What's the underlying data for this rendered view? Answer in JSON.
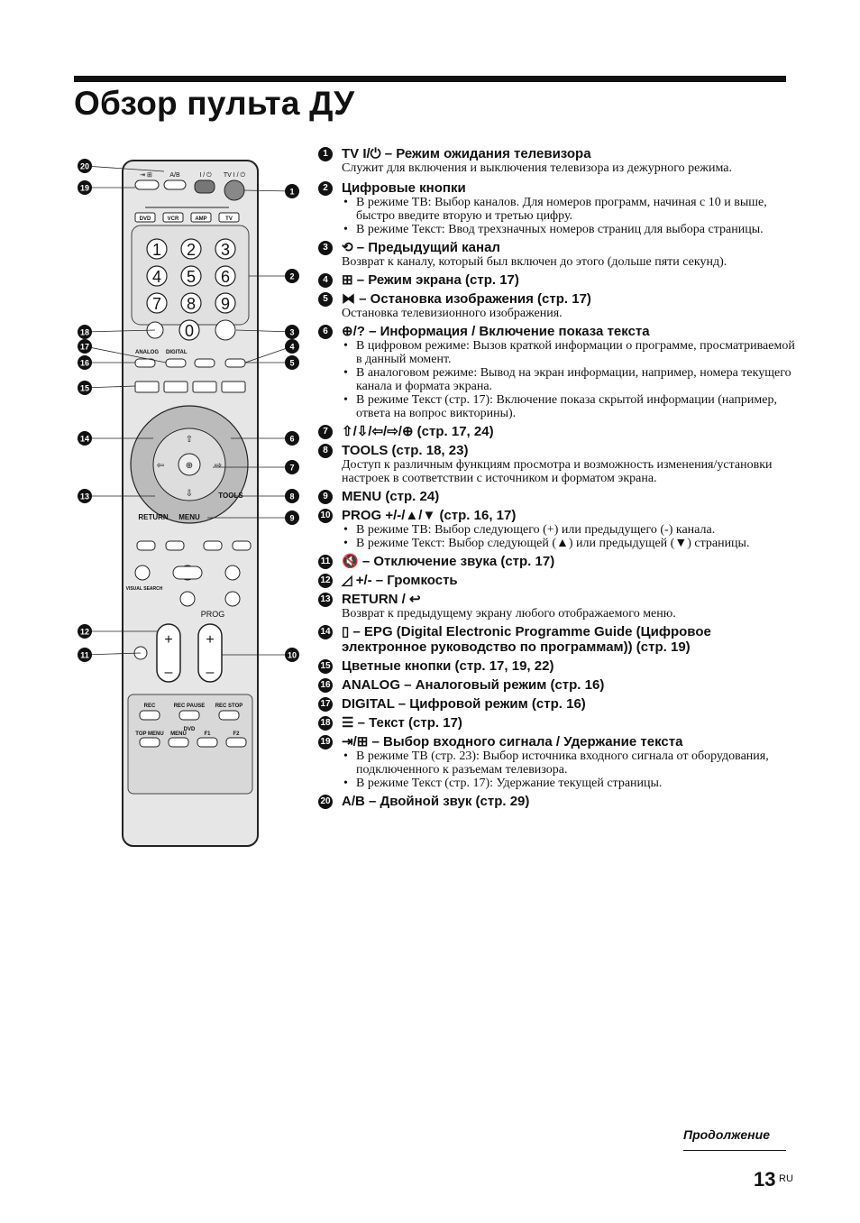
{
  "page": {
    "title": "Обзор пульта ДУ",
    "continue_label": "Продолжение",
    "page_number": "13",
    "page_suffix": "RU"
  },
  "remote": {
    "callouts": [
      "20",
      "19",
      "1",
      "2",
      "3",
      "4",
      "5",
      "18",
      "17",
      "16",
      "15",
      "14",
      "6",
      "7",
      "13",
      "8",
      "9",
      "12",
      "11",
      "10"
    ],
    "top_labels": {
      "ab": "A/B",
      "power": "I / ⏻",
      "tv_power": "TV I / ⏻"
    },
    "modes": [
      "DVD",
      "VCR",
      "AMP",
      "TV"
    ],
    "digits": [
      "1",
      "2",
      "3",
      "4",
      "5",
      "6",
      "7",
      "8",
      "9",
      "0"
    ],
    "row_labels": {
      "analog": "ANALOG",
      "digital": "DIGITAL"
    },
    "nav_labels": {
      "return": "RETURN",
      "tools": "TOOLS",
      "menu": "MENU"
    },
    "visual_search": "VISUAL SEARCH",
    "prog": "PROG",
    "rec_labels": [
      "REC",
      "REC PAUSE",
      "REC STOP"
    ],
    "dvd_label": "DVD",
    "bottom_labels": [
      "TOP MENU",
      "MENU",
      "F1",
      "F2"
    ]
  },
  "items": [
    {
      "num": "1",
      "head": "TV I/⏻ – Режим ожидания телевизора",
      "desc": "Служит для включения и выключения телевизора из дежурного режима.",
      "bullets": []
    },
    {
      "num": "2",
      "head": "Цифровые кнопки",
      "desc": "",
      "bullets": [
        "В режиме ТВ: Выбор каналов. Для номеров программ, начиная с 10 и выше, быстро введите вторую и третью цифру.",
        "В режиме Текст: Ввод трехзначных номеров страниц для выбора страницы."
      ]
    },
    {
      "num": "3",
      "head": "⟲ – Предыдущий канал",
      "desc": "Возврат к каналу, который был включен до этого (дольше пяти секунд).",
      "bullets": []
    },
    {
      "num": "4",
      "head": "⊞ – Режим экрана (стр. 17)",
      "desc": "",
      "bullets": []
    },
    {
      "num": "5",
      "head": "⧓ – Остановка изображения  (стр. 17)",
      "desc": "Остановка телевизионного изображения.",
      "bullets": []
    },
    {
      "num": "6",
      "head": "⊕/? – Информация / Включение показа текста",
      "desc": "",
      "bullets": [
        "В цифровом режиме: Вызов краткой информации о программе, просматриваемой в данный момент.",
        "В аналоговом режиме: Вывод на экран информации, например, номера текущего канала и формата экрана.",
        "В режиме Текст (стр. 17): Включение показа скрытой информации (например, ответа на вопрос викторины)."
      ]
    },
    {
      "num": "7",
      "head": "⇧/⇩/⇦/⇨/⊕ (стр. 17, 24)",
      "desc": "",
      "bullets": []
    },
    {
      "num": "8",
      "head": "TOOLS (стр. 18, 23)",
      "desc": "Доступ к различным функциям просмотра и возможность изменения/установки настроек в соответствии с источником и форматом экрана.",
      "bullets": []
    },
    {
      "num": "9",
      "head": "MENU (стр. 24)",
      "desc": "",
      "bullets": []
    },
    {
      "num": "10",
      "head": "PROG +/-/▲/▼ (стр. 16, 17)",
      "desc": "",
      "bullets": [
        "В режиме ТВ: Выбор следующего (+) или предыдущего (-) канала.",
        "В режиме Текст: Выбор следующей (▲) или предыдущей (▼) страницы."
      ]
    },
    {
      "num": "11",
      "head": "🔇 – Отключение звука (стр. 17)",
      "desc": "",
      "bullets": []
    },
    {
      "num": "12",
      "head": "◿ +/- – Громкость",
      "desc": "",
      "bullets": []
    },
    {
      "num": "13",
      "head": "RETURN / ↩",
      "desc": "Возврат к предыдущему экрану любого отображаемого меню.",
      "bullets": []
    },
    {
      "num": "14",
      "head": "▯ – EPG (Digital Electronic Programme Guide (Цифровое электронное руководство по программам)) (стр. 19)",
      "desc": "",
      "bullets": []
    },
    {
      "num": "15",
      "head": "Цветные кнопки (стр. 17, 19, 22)",
      "desc": "",
      "bullets": []
    },
    {
      "num": "16",
      "head": "ANALOG – Аналоговый режим (стр. 16)",
      "desc": "",
      "bullets": []
    },
    {
      "num": "17",
      "head": "DIGITAL – Цифровой режим (стр. 16)",
      "desc": "",
      "bullets": []
    },
    {
      "num": "18",
      "head": "☰ – Текст (стр. 17)",
      "desc": "",
      "bullets": []
    },
    {
      "num": "19",
      "head": "⇥/⊞ – Выбор входного сигнала / Удержание текста",
      "desc": "",
      "bullets": [
        "В режиме ТВ (стр. 23): Выбор источника входного сигнала от оборудования, подключенного к разъемам телевизора.",
        "В режиме Текст (стр. 17): Удержание текущей страницы."
      ]
    },
    {
      "num": "20",
      "head": "A/B – Двойной звук (стр. 29)",
      "desc": "",
      "bullets": []
    }
  ]
}
